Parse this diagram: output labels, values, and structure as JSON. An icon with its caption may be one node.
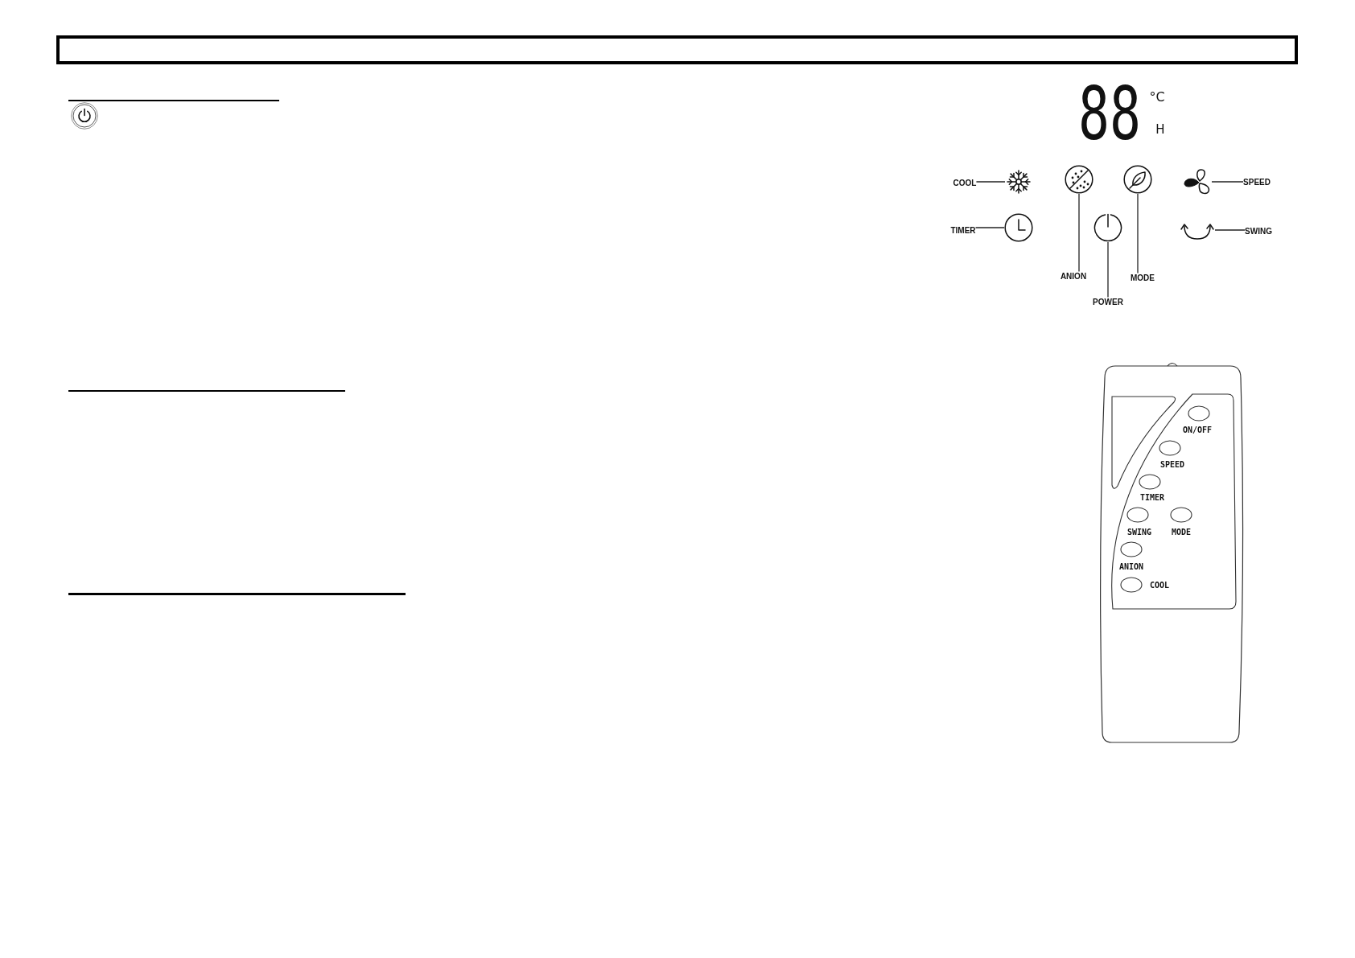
{
  "diagram": {
    "nodes": [
      {
        "text": [
          "COOL"
        ]
      },
      {
        "text": [],
        "shape": "picture"
      },
      {
        "text": [],
        "shape": "picture"
      },
      {
        "text": [],
        "shape": "picture"
      },
      {
        "text": [],
        "shape": "picture"
      },
      {
        "text": [
          "SPEED"
        ]
      },
      {
        "text": [
          "TIMER"
        ]
      },
      {
        "text": [],
        "shape": "picture"
      },
      {
        "text": [],
        "shape": "picture"
      },
      {
        "text": [],
        "shape": "picture"
      },
      {
        "text": [
          "SWING"
        ]
      },
      {
        "text": [
          "ANION"
        ]
      },
      {
        "text": [
          "MODE"
        ]
      },
      {
        "text": [
          "POWER"
        ]
      }
    ],
    "edges": [
      {
        "from": 0,
        "to": 1,
        "arrow": "none"
      },
      {
        "from": 5,
        "to": 4,
        "arrow": "none"
      },
      {
        "from": 6,
        "to": 7,
        "arrow": "none"
      },
      {
        "from": 10,
        "to": 9,
        "arrow": "none"
      },
      {
        "from": 11,
        "to": 2,
        "arrow": "none"
      },
      {
        "from": 12,
        "to": 3,
        "arrow": "none"
      },
      {
        "from": 13,
        "to": 8,
        "arrow": "none"
      }
    ],
    "labels": [
      "88",
      "°C",
      "H",
      "ON/OFF",
      "SPEED",
      "TIMER",
      "SWING",
      "MODE",
      "ANION",
      "COOL"
    ]
  }
}
